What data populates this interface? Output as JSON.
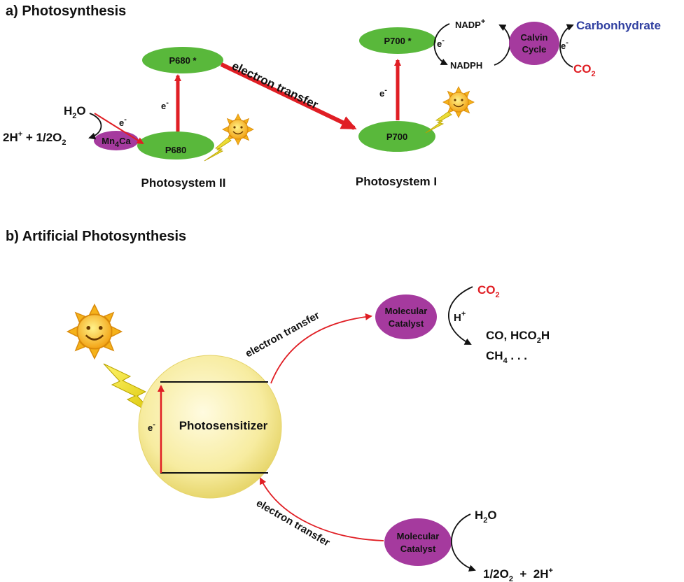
{
  "panel_a": {
    "title": "a) Photosynthesis",
    "p680_star": "P680 *",
    "p680": "P680",
    "p700_star": "P700 *",
    "p700": "P700",
    "electron_transfer": "electron transfer",
    "photosystem_ii": "Photosystem II",
    "photosystem_i": "Photosystem I",
    "e_minus": "e",
    "minus_sup": "-",
    "h2o": {
      "h": "H",
      "sub": "2",
      "o": "O"
    },
    "o2_products": {
      "part1": "2H",
      "plus_sup": "+",
      "part2": " + 1/2O",
      "sub": "2"
    },
    "mn4ca": {
      "part1": "Mn",
      "sub": "4",
      "part2": "Ca"
    },
    "nadp": {
      "text": "NADP",
      "sup": "+"
    },
    "nadph": "NADPH",
    "calvin_line1": "Calvin",
    "calvin_line2": "Cycle",
    "carbonhydrate": "Carbonhydrate",
    "co2": {
      "text": "CO",
      "sub": "2"
    }
  },
  "panel_b": {
    "title": "b) Artificial Photosynthesis",
    "photosensitizer": "Photosensitizer",
    "electron_transfer_top": "electron transfer",
    "electron_transfer_bottom": "electron transfer",
    "catalyst_line1": "Molecular",
    "catalyst_line2": "Catalyst",
    "co2": {
      "text": "CO",
      "sub": "2"
    },
    "h_plus": {
      "text": "H",
      "sup": "+"
    },
    "co_products": {
      "part1": "CO, HCO",
      "sub": "2",
      "part2": "H"
    },
    "ch4": {
      "part1": "CH",
      "sub": "4",
      "part2": " . . ."
    },
    "h2o": {
      "h": "H",
      "sub": "2",
      "o": "O"
    },
    "o2_products": {
      "part1": "1/2O",
      "sub": "2",
      "part2": "  +  2H",
      "sup": "+"
    },
    "e_minus": "e",
    "minus_sup": "-"
  },
  "colors": {
    "green": "#59b83b",
    "purple": "#a53a9e",
    "red": "#e01e24",
    "blue": "#2f3fa0",
    "sphere": "#f7eca0"
  },
  "icons": [
    "sun-icon",
    "lightning-icon"
  ]
}
